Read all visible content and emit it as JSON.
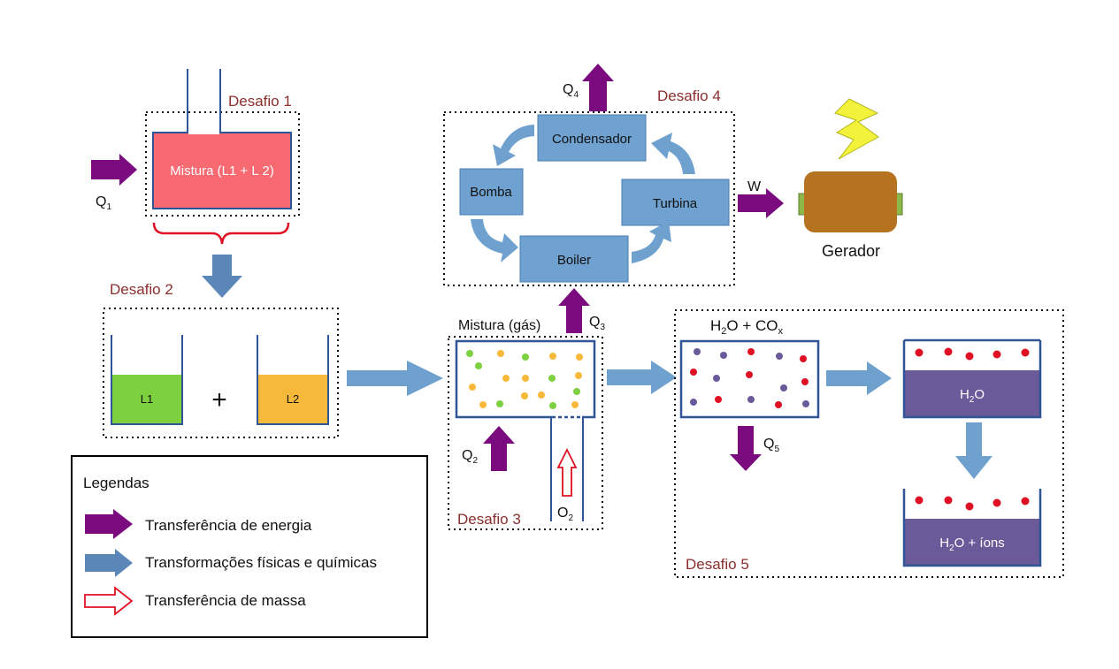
{
  "desafios": {
    "d1": "Desafio 1",
    "d2": "Desafio 2",
    "d3": "Desafio 3",
    "d4": "Desafio 4",
    "d5": "Desafio 5"
  },
  "desafio1": {
    "tank_label": "Mistura (L1 + L 2)",
    "q1_base": "Q",
    "q1_sub": "1"
  },
  "desafio2": {
    "l1": "L1",
    "l2": "L2",
    "plus": "+"
  },
  "desafio3": {
    "title": "Mistura (gás)",
    "q2_base": "Q",
    "q2_sub": "2",
    "q3_base": "Q",
    "q3_sub": "3",
    "o2_base": "O",
    "o2_sub": "2"
  },
  "desafio4": {
    "condensador": "Condensador",
    "bomba": "Bomba",
    "turbina": "Turbina",
    "boiler": "Boiler",
    "q4_base": "Q",
    "q4_sub": "4",
    "w": "W",
    "gerador": "Gerador"
  },
  "desafio5": {
    "gas_h": "H",
    "gas_2": "2",
    "gas_o": "O + CO",
    "gas_x": "x",
    "q5_base": "Q",
    "q5_sub": "5",
    "water_h": "H",
    "water_2": "2",
    "water_o": "O",
    "ions_h": "H",
    "ions_2": "2",
    "ions_rest": "O + íons"
  },
  "legend": {
    "title": "Legendas",
    "energy": "Transferência de energia",
    "physchem": "Transformações físicas e químicas",
    "mass": "Transferência de massa"
  },
  "colors": {
    "purple": "#7b0a7e",
    "blue_arrow": "#6fa1cf",
    "blue_box": "#6fa1d1",
    "tank_red": "#f86a72",
    "l1_green": "#7dd13f",
    "l2_orange": "#f6b93a",
    "water_purple": "#6a5a9a",
    "label_red": "#8b2e2e",
    "dot_red": "#e01024",
    "dot_purple": "#6a5a9a"
  }
}
